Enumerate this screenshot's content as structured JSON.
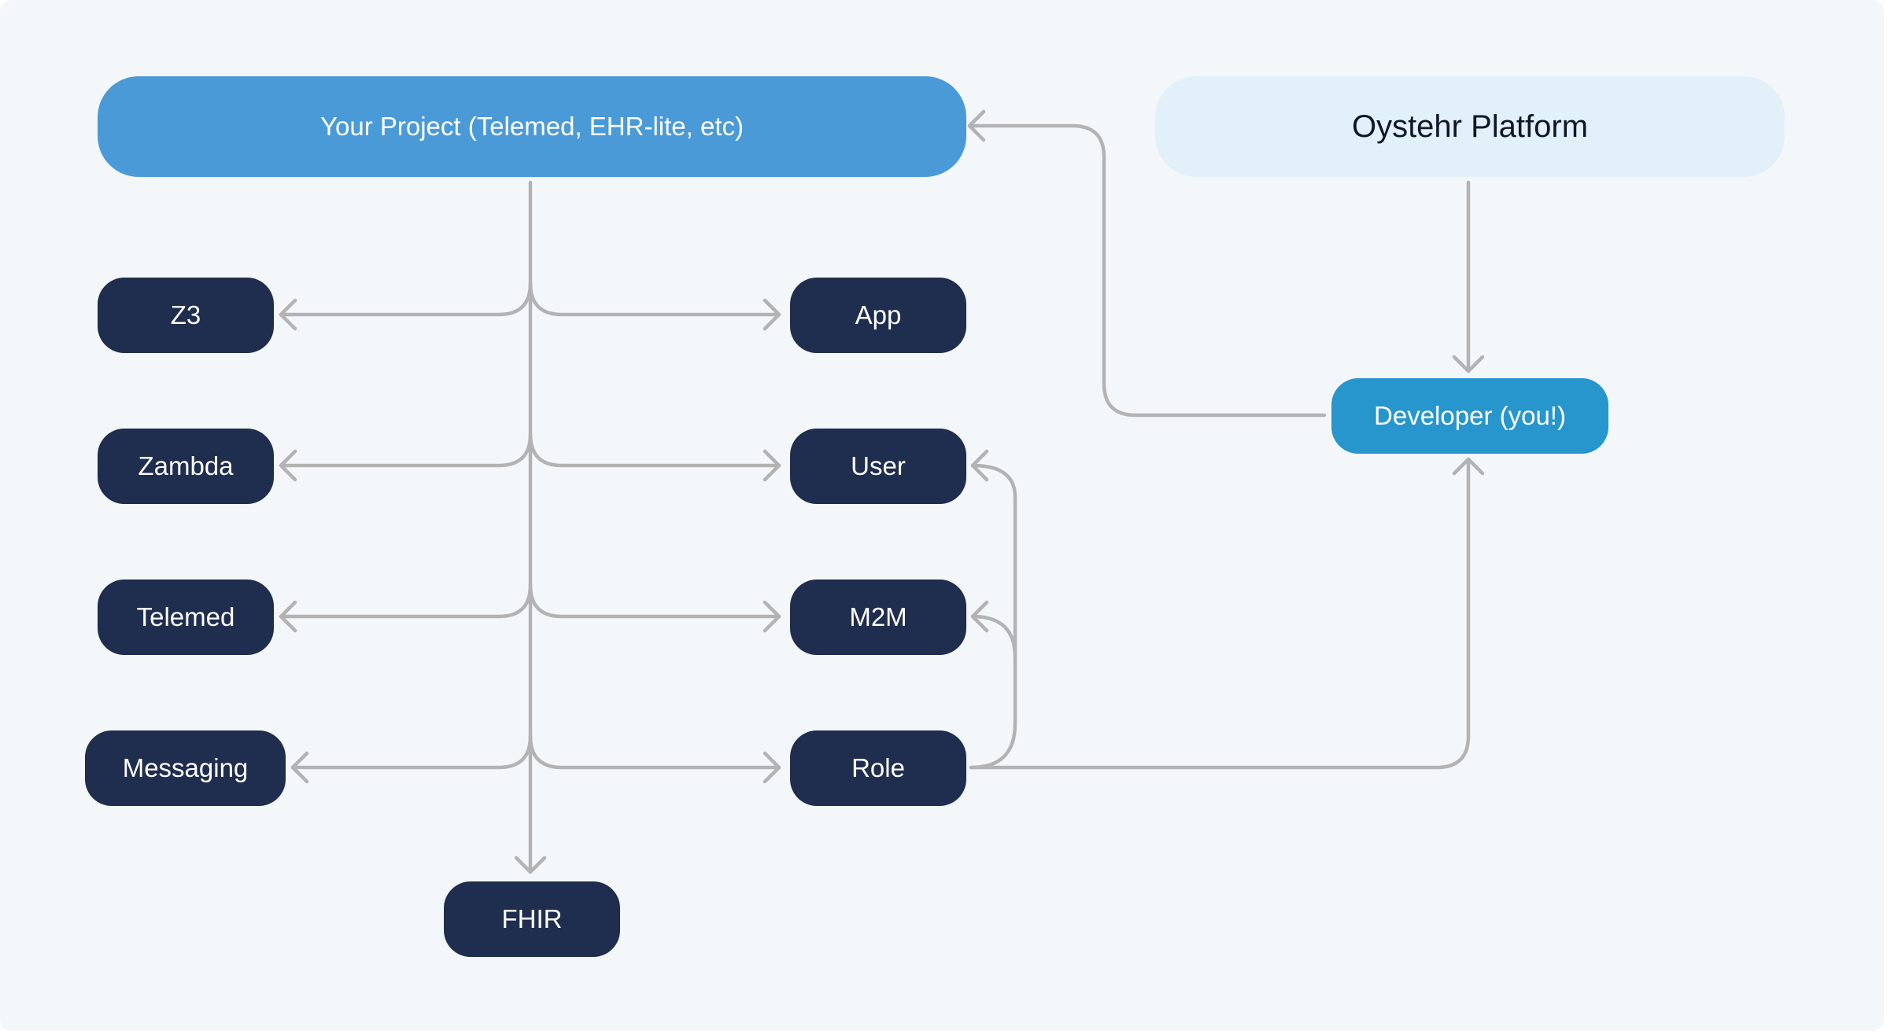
{
  "nodes": {
    "project": "Your Project (Telemed, EHR-lite, etc)",
    "platform": "Oystehr Platform",
    "developer": "Developer (you!)",
    "z3": "Z3",
    "zambda": "Zambda",
    "telemed": "Telemed",
    "messaging": "Messaging",
    "app": "App",
    "user": "User",
    "m2m": "M2M",
    "role": "Role",
    "fhir": "FHIR"
  },
  "colors": {
    "background": "#f4f7f9",
    "dark_node": "#1f2d4e",
    "project_node": "#4a9ad8",
    "platform_node": "#e2f0f9",
    "developer_node": "#2696cd",
    "connector": "#b3b3b3"
  }
}
